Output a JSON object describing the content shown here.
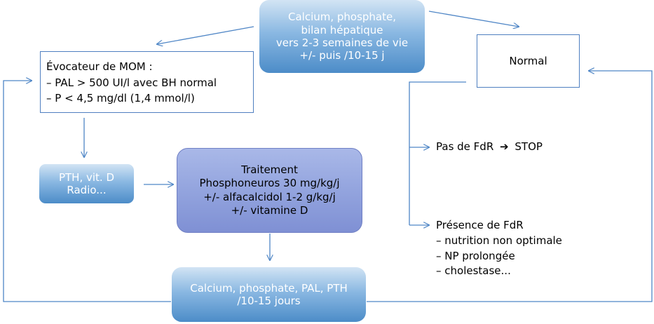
{
  "top_box": {
    "lines": [
      "Calcium, phosphate,",
      "bilan hépatique",
      "vers 2-3 semaines de vie",
      "+/- puis /10-15 j"
    ]
  },
  "mom_box": {
    "title": "Évocateur de MOM :",
    "lines": [
      "– PAL > 500 UI/l avec BH normal",
      "– P < 4,5 mg/dl (1,4 mmol/l)"
    ]
  },
  "normal_box": {
    "label": "Normal"
  },
  "pth_box": {
    "lines": [
      "PTH, vit. D",
      "Radio..."
    ]
  },
  "treatment_box": {
    "lines": [
      "Traitement",
      "Phosphoneuros 30 mg/kg/j",
      "+/- alfacalcidol 1-2 g/kg/j",
      "+/- vitamine D"
    ]
  },
  "bottom_box": {
    "lines": [
      "Calcium, phosphate, PAL, PTH",
      "/10-15 jours"
    ]
  },
  "no_risk": {
    "text": "Pas de FdR",
    "arrow": "➔",
    "stop": "STOP"
  },
  "risk": {
    "title": "Présence de FdR",
    "items": [
      "– nutrition non optimale",
      "– NP prolongée",
      "– cholestase..."
    ]
  },
  "colors": {
    "arrow": "#4f86c6",
    "outline": "#4f7fc0",
    "gradient_light": "#d2e4f4",
    "gradient_dark": "#4c8cc8",
    "treatment_light": "#a9b8e8",
    "treatment_dark": "#7f90d4"
  }
}
